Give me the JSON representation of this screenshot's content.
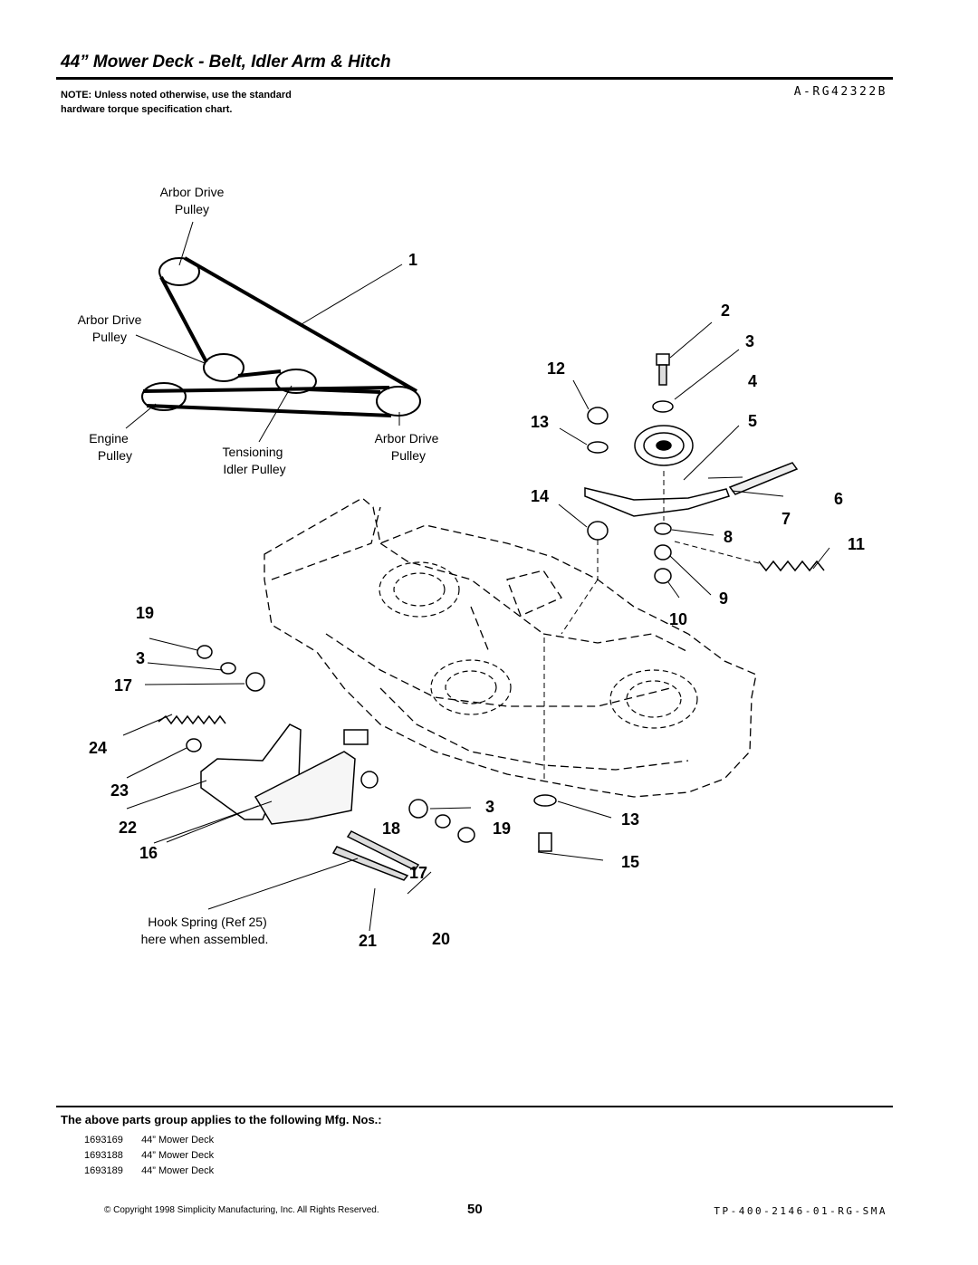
{
  "page": {
    "title": "44” Mower Deck - Belt, Idler Arm & Hitch",
    "note": "NOTE: Unless noted otherwise, use the standard hardware torque specification chart.",
    "diagram_code": "A-RG42322B",
    "applies_heading": "The above parts group applies to the following Mfg. Nos.:",
    "mfg_numbers": [
      {
        "number": "1693169",
        "description": "44” Mower Deck"
      },
      {
        "number": "1693188",
        "description": "44” Mower Deck"
      },
      {
        "number": "1693189",
        "description": "44” Mower Deck"
      }
    ],
    "copyright": "© Copyright 1998 Simplicity Manufacturing, Inc. All Rights Reserved.",
    "page_number": "50",
    "doc_code": "TP-400-2146-01-RG-SMA"
  },
  "belt_labels": {
    "arbor_top": [
      "Arbor Drive",
      "Pulley"
    ],
    "arbor_left": [
      "Arbor Drive",
      "Pulley"
    ],
    "engine": [
      "Engine",
      "Pulley"
    ],
    "tension": [
      "Tensioning",
      "Idler Pulley"
    ],
    "arbor_right": [
      "Arbor Drive",
      "Pulley"
    ]
  },
  "hook_note": [
    "Hook Spring (Ref 25)",
    "here when assembled."
  ],
  "callouts": {
    "c1": "1",
    "c2": "2",
    "c3": "3",
    "c4": "4",
    "c5": "5",
    "c6": "6",
    "c7": "7",
    "c8": "8",
    "c9": "9",
    "c10": "10",
    "c11": "11",
    "c12": "12",
    "c13": "13",
    "c14": "14",
    "c19": "19",
    "c3b": "3",
    "c17": "17",
    "c24": "24",
    "c23": "23",
    "c22": "22",
    "c16": "16",
    "c18": "18",
    "c3c": "3",
    "c19b": "19",
    "c13b": "13",
    "c15": "15",
    "c17b": "17",
    "c21": "21",
    "c20": "20"
  }
}
